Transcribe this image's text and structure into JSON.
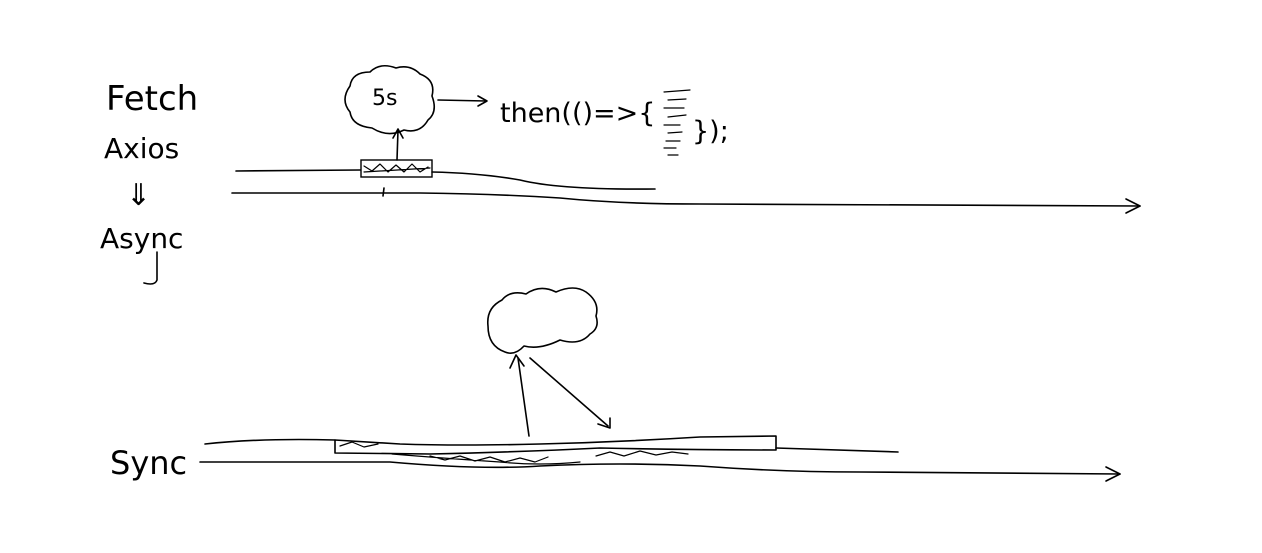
{
  "labels": {
    "fetch": "Fetch",
    "axios": "Axios",
    "down_arrow": "⇓",
    "async": "Async",
    "sync": "Sync",
    "cloud_text": "5s",
    "then_code": "then(()=>{",
    "then_close": "});"
  }
}
